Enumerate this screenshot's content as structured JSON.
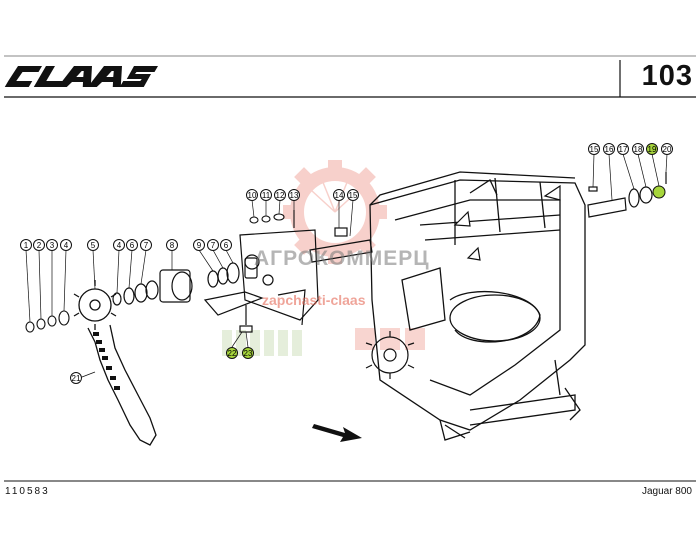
{
  "brand": {
    "logo_text": "CLAAS",
    "brand_color": "#111111"
  },
  "page_number": "103",
  "drawing_code": "110583",
  "model": "Jaguar 800",
  "watermark": {
    "line1": "АГРОКОММЕРЦ",
    "line2": "zapchasti-claas",
    "color": "#e45b47"
  },
  "highlight_color": "#a7d63c",
  "callouts": [
    "1",
    "2",
    "3",
    "4",
    "5",
    "4",
    "6",
    "7",
    "8",
    "9",
    "7",
    "6",
    "10",
    "11",
    "12",
    "13",
    "14",
    "15",
    "15",
    "16",
    "17",
    "18",
    "19",
    "20",
    "21",
    "22",
    "23"
  ],
  "highlighted_callouts": [
    "19",
    "22",
    "23"
  ]
}
